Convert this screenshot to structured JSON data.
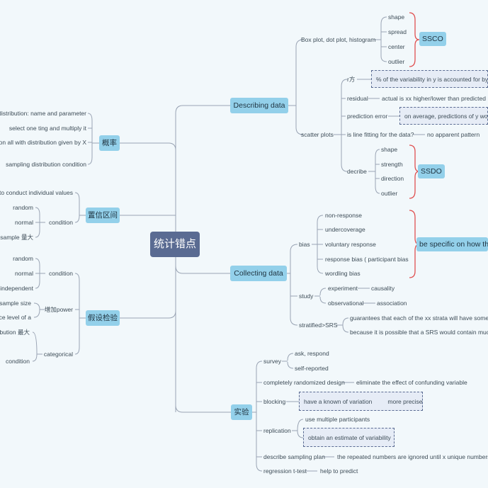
{
  "root": "统计错点",
  "left": {
    "gailv": {
      "label": "概率",
      "items": [
        "distribution: name and parameter",
        "select one ting and multiply it",
        "ion all with distribution given by X",
        "sampling distribution condition"
      ]
    },
    "zhixin": {
      "label": "置信区间",
      "top": "e to conduct individual values",
      "condition": "condition",
      "cond_items": [
        "random",
        "normal",
        "sample 量大"
      ]
    },
    "jiashe": {
      "label": "假设检验",
      "condition": "condition",
      "cond_items": [
        "random",
        "normal",
        "independent"
      ],
      "power": "增加power",
      "power_items": [
        "加sample size",
        "nce level of a"
      ],
      "categorical": "categorical",
      "cat_items": [
        "ribution 最大",
        "condition"
      ]
    }
  },
  "describing": {
    "label": "Describing data",
    "box_plot": "Box plot, dot plot, histogram",
    "box_items": [
      "shape",
      "spread",
      "center",
      "outlier"
    ],
    "ssco": "SSCO",
    "scatter": "scatter plots",
    "r2": "r方",
    "r2_note": "% of the variability in y is accounted for by t",
    "residual": "residual",
    "residual_note": "actual is xx higher/lower than predicted",
    "pred_error": "prediction error",
    "pred_note": "on average, predictions of y wou",
    "fitting": "is line fitting for the data?",
    "fitting_note": "no apparent pattern",
    "decribe": "decribe",
    "decribe_items": [
      "shape",
      "strength",
      "direction",
      "outlier"
    ],
    "ssdo": "SSDO"
  },
  "collecting": {
    "label": "Collecting data",
    "bias": "bias",
    "bias_items": [
      "non-response",
      "undercoverage",
      "voluntary response",
      "response bias ( participant bias",
      "wordling bias"
    ],
    "bias_summary": "be specific on how th",
    "study": "study",
    "experiment": "experiment",
    "causality": "causality",
    "observational": "observational",
    "association": "association",
    "stratified": "stratified>SRS",
    "strat_items": [
      "guarantees that each of the xx strata will have some rep",
      "because it is possible that a SRS would contain much m"
    ]
  },
  "shiyan": {
    "label": "实验",
    "survey": "survey",
    "survey_items": [
      "ask, respond",
      "self-reported"
    ],
    "crd": "completely randomized design",
    "crd_note": "eliminate the effect of confunding variable",
    "blocking": "blocking",
    "blocking_note": "have a known of variation",
    "blocking_note2": "more precise",
    "replication": "replication",
    "rep_items": [
      "use multiple participants",
      "obtain an estimate of variability"
    ],
    "sampling_plan": "describe sampling plan",
    "sampling_note": "the repeated numbers are ignored until x unique numbers a",
    "regression": "regression t-test",
    "regression_note": "help to predict"
  }
}
